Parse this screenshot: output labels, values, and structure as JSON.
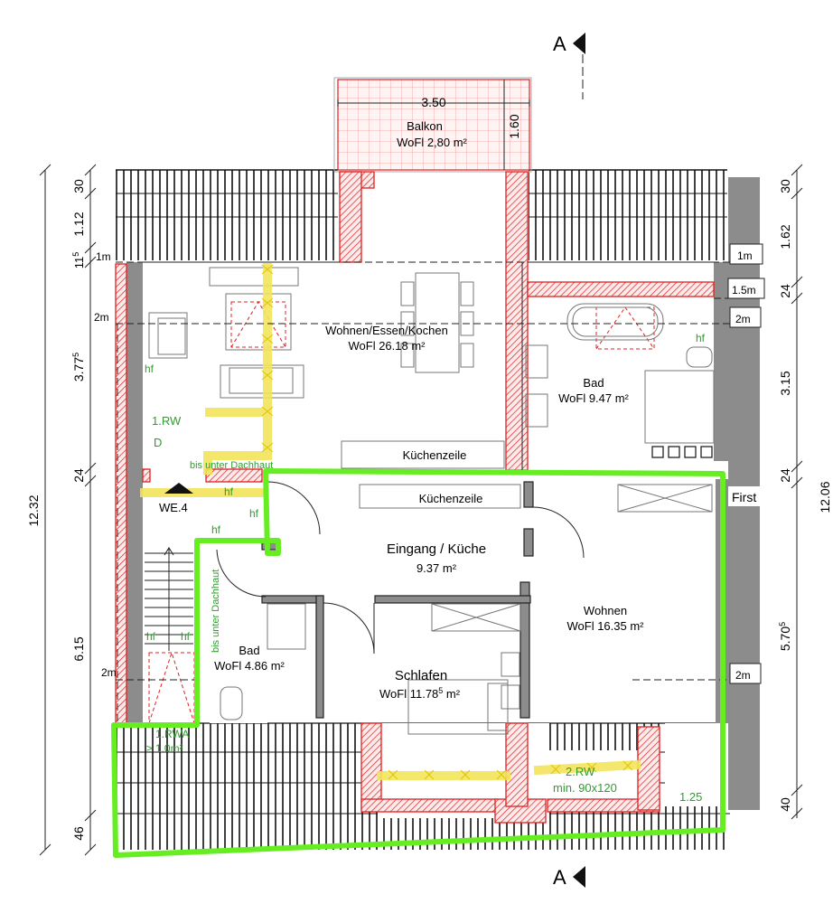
{
  "section_marker": "A",
  "balcony": {
    "width": "3.50",
    "depth": "1.60",
    "name": "Balkon",
    "area": "WoFl 2,80 m²"
  },
  "rooms": {
    "wohnen_essen_kochen": {
      "name": "Wohnen/Essen/Kochen",
      "area": "WoFl 26.18 m²"
    },
    "bad_top": {
      "name": "Bad",
      "area": "WoFl 9.47 m²"
    },
    "kuechenzeile_top": "Küchenzeile",
    "kuechenzeile": "Küchenzeile",
    "eingang": {
      "name": "Eingang / Küche",
      "area": "9.37 m²"
    },
    "wohnen": {
      "name": "Wohnen",
      "area": "WoFl 16.35 m²"
    },
    "schlafen": {
      "name": "Schlafen",
      "area_main": "WoFl 11.78",
      "area_sup": "5",
      "area_unit": " m²"
    },
    "bad_small": {
      "name": "Bad",
      "area": "WoFl 4.86 m²"
    }
  },
  "annotations": {
    "rw1": "1.RW",
    "rw1_d": "D",
    "bis_unter_dachhaut_1": "bis unter Dachhaut",
    "bis_unter_dachhaut_2": "bis unter Dachhaut",
    "hf": "hf",
    "we": "WE.4",
    "rw2_line1": "2.RW",
    "rw2_line2": "min. 90x120",
    "rwa_line1": "1.RWA",
    "rwa_line2": "≥ 1.0m²",
    "first": "First",
    "width_125": "1.25"
  },
  "height_marks": {
    "m1": "1m",
    "m15": "1.5m",
    "m2": "2m"
  },
  "dims_left": {
    "total": "12.32",
    "d30": "30",
    "d112": "1.12",
    "d11_main": "11",
    "d11_sup": "5",
    "d377_main": "3.77",
    "d377_sup": "5",
    "d24": "24",
    "d615": "6.15",
    "d46": "46"
  },
  "dims_right": {
    "total": "12.06",
    "d30": "30",
    "d162": "1.62",
    "d24a": "24",
    "d315": "3.15",
    "d24b": "24",
    "d570_main": "5.70",
    "d570_sup": "5",
    "d40": "40"
  },
  "colors": {
    "wall": "#e02020",
    "wall_fill": "#fbe2e2",
    "outline": "#66ee22",
    "gray": "#8c8c8c",
    "yellow": "#f2e45c",
    "green_text": "#2e9e2e"
  }
}
